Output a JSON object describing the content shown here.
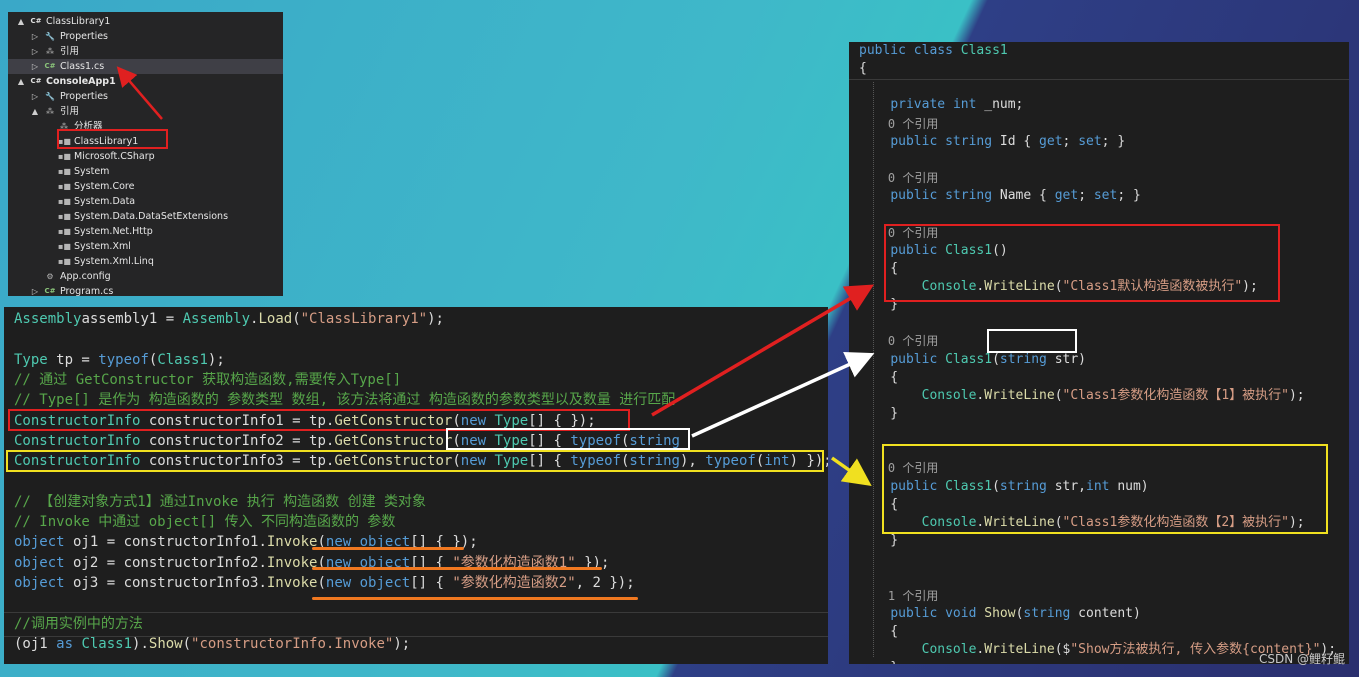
{
  "explorer": {
    "items": [
      {
        "indent": 0,
        "arrow": "▲",
        "icon": "C#",
        "icon_kind": "proj",
        "label": "ClassLibrary1",
        "bold": false
      },
      {
        "indent": 1,
        "arrow": "▷",
        "icon": "🔧",
        "icon_kind": "gen",
        "label": "Properties",
        "bold": false
      },
      {
        "indent": 1,
        "arrow": "▷",
        "icon": "⁂",
        "icon_kind": "gen",
        "label": "引用",
        "bold": false
      },
      {
        "indent": 1,
        "arrow": "▷",
        "icon": "C#",
        "icon_kind": "cs",
        "label": "Class1.cs",
        "bold": false,
        "selected": true
      },
      {
        "indent": 0,
        "arrow": "▲",
        "icon": "C#",
        "icon_kind": "proj",
        "label": "ConsoleApp1",
        "bold": true
      },
      {
        "indent": 1,
        "arrow": "▷",
        "icon": "🔧",
        "icon_kind": "gen",
        "label": "Properties",
        "bold": false
      },
      {
        "indent": 1,
        "arrow": "▲",
        "icon": "⁂",
        "icon_kind": "gen",
        "label": "引用",
        "bold": false
      },
      {
        "indent": 2,
        "arrow": "",
        "icon": "⁂",
        "icon_kind": "gen",
        "label": "分析器",
        "bold": false
      },
      {
        "indent": 2,
        "arrow": "",
        "icon": "▪■",
        "icon_kind": "gen",
        "label": "ClassLibrary1",
        "bold": false
      },
      {
        "indent": 2,
        "arrow": "",
        "icon": "▪■",
        "icon_kind": "gen",
        "label": "Microsoft.CSharp",
        "bold": false
      },
      {
        "indent": 2,
        "arrow": "",
        "icon": "▪■",
        "icon_kind": "gen",
        "label": "System",
        "bold": false
      },
      {
        "indent": 2,
        "arrow": "",
        "icon": "▪■",
        "icon_kind": "gen",
        "label": "System.Core",
        "bold": false
      },
      {
        "indent": 2,
        "arrow": "",
        "icon": "▪■",
        "icon_kind": "gen",
        "label": "System.Data",
        "bold": false
      },
      {
        "indent": 2,
        "arrow": "",
        "icon": "▪■",
        "icon_kind": "gen",
        "label": "System.Data.DataSetExtensions",
        "bold": false
      },
      {
        "indent": 2,
        "arrow": "",
        "icon": "▪■",
        "icon_kind": "gen",
        "label": "System.Net.Http",
        "bold": false
      },
      {
        "indent": 2,
        "arrow": "",
        "icon": "▪■",
        "icon_kind": "gen",
        "label": "System.Xml",
        "bold": false
      },
      {
        "indent": 2,
        "arrow": "",
        "icon": "▪■",
        "icon_kind": "gen",
        "label": "System.Xml.Linq",
        "bold": false
      },
      {
        "indent": 1,
        "arrow": "",
        "icon": "⚙",
        "icon_kind": "gen",
        "label": "App.config",
        "bold": false
      },
      {
        "indent": 1,
        "arrow": "▷",
        "icon": "C#",
        "icon_kind": "cs",
        "label": "Program.cs",
        "bold": false
      }
    ]
  },
  "left_code": {
    "lines": [
      [
        [
          "ty",
          "Assembly"
        ],
        [
          "",
          "assembly1"
        ],
        [
          "",
          " = "
        ],
        [
          "ty",
          "Assembly"
        ],
        [
          "",
          "."
        ],
        [
          "fn",
          "Load"
        ],
        [
          "",
          "("
        ],
        [
          "str",
          "\"ClassLibrary1\""
        ],
        [
          "",
          ");"
        ]
      ],
      [],
      [
        [
          "ty",
          "Type"
        ],
        [
          "",
          " tp = "
        ],
        [
          "kw",
          "typeof"
        ],
        [
          "",
          "("
        ],
        [
          "ty",
          "Class1"
        ],
        [
          "",
          ");"
        ]
      ],
      [
        [
          "cm",
          "// 通过 GetConstructor 获取构造函数,需要传入Type[]"
        ]
      ],
      [
        [
          "cm",
          "// Type[] 是作为 构造函数的 参数类型 数组, 该方法将通过 构造函数的参数类型以及数量 进行匹配"
        ]
      ],
      [
        [
          "ty",
          "ConstructorInfo"
        ],
        [
          "",
          " constructorInfo1 = tp."
        ],
        [
          "fn",
          "GetConstructor"
        ],
        [
          "",
          "("
        ],
        [
          "kw",
          "new"
        ],
        [
          "",
          " "
        ],
        [
          "ty",
          "Type"
        ],
        [
          "",
          "[] { });"
        ]
      ],
      [
        [
          "ty",
          "ConstructorInfo"
        ],
        [
          "",
          " constructorInfo2 = tp."
        ],
        [
          "fn",
          "GetConstructor"
        ],
        [
          "",
          "("
        ],
        [
          "kw",
          "new"
        ],
        [
          "",
          " "
        ],
        [
          "ty",
          "Type"
        ],
        [
          "",
          "[] { "
        ],
        [
          "kw",
          "typeof"
        ],
        [
          "",
          "("
        ],
        [
          "kw",
          "string"
        ],
        [
          ") });"
        ]
      ],
      [
        [
          "ty",
          "ConstructorInfo"
        ],
        [
          "",
          " constructorInfo3 = tp."
        ],
        [
          "fn",
          "GetConstructor"
        ],
        [
          "",
          "("
        ],
        [
          "kw",
          "new"
        ],
        [
          "",
          " "
        ],
        [
          "ty",
          "Type"
        ],
        [
          "",
          "[] { "
        ],
        [
          "kw",
          "typeof"
        ],
        [
          "",
          "("
        ],
        [
          "kw",
          "string"
        ],
        [
          "",
          "), "
        ],
        [
          "kw",
          "typeof"
        ],
        [
          "",
          "("
        ],
        [
          "kw",
          "int"
        ],
        [
          "",
          ") });"
        ]
      ],
      [],
      [
        [
          "cm",
          "// 【创建对象方式1】通过Invoke 执行 构造函数 创建 类对象"
        ]
      ],
      [
        [
          "cm",
          "// Invoke 中通过 object[] 传入 不同构造函数的 参数"
        ]
      ],
      [
        [
          "kw",
          "object"
        ],
        [
          "",
          " oj1 = constructorInfo1."
        ],
        [
          "fn",
          "Invoke"
        ],
        [
          "",
          "("
        ],
        [
          "kw",
          "new"
        ],
        [
          "",
          " "
        ],
        [
          "kw",
          "object"
        ],
        [
          "",
          "[] { });"
        ]
      ],
      [
        [
          "kw",
          "object"
        ],
        [
          "",
          " oj2 = constructorInfo2."
        ],
        [
          "fn",
          "Invoke"
        ],
        [
          "",
          "("
        ],
        [
          "kw",
          "new"
        ],
        [
          "",
          " "
        ],
        [
          "kw",
          "object"
        ],
        [
          "",
          "[] { "
        ],
        [
          "str",
          "\"参数化构造函数1\""
        ],
        [
          "",
          " });"
        ]
      ],
      [
        [
          "kw",
          "object"
        ],
        [
          "",
          " oj3 = constructorInfo3."
        ],
        [
          "fn",
          "Invoke"
        ],
        [
          "",
          "("
        ],
        [
          "kw",
          "new"
        ],
        [
          "",
          " "
        ],
        [
          "kw",
          "object"
        ],
        [
          "",
          "[] { "
        ],
        [
          "str",
          "\"参数化构造函数2\""
        ],
        [
          "",
          ", 2 });"
        ]
      ],
      [],
      [
        [
          "cm",
          "//调用实例中的方法"
        ]
      ],
      [
        [
          "",
          "(oj1 "
        ],
        [
          "kw",
          "as"
        ],
        [
          "",
          " "
        ],
        [
          "ty",
          "Class1"
        ],
        [
          "",
          ")."
        ],
        [
          "fn",
          "Show"
        ],
        [
          "",
          "("
        ],
        [
          "str",
          "\"constructorInfo.Invoke\""
        ],
        [
          "",
          ");"
        ]
      ]
    ]
  },
  "right_code": {
    "lines": [
      [
        [
          "kw",
          "public"
        ],
        [
          "",
          " "
        ],
        [
          "kw",
          "class"
        ],
        [
          "",
          " "
        ],
        [
          "ty",
          "Class1"
        ]
      ],
      [
        [
          "",
          "{"
        ]
      ],
      [],
      [
        [
          "",
          "    "
        ],
        [
          "kw",
          "private"
        ],
        [
          "",
          " "
        ],
        [
          "kw",
          "int"
        ],
        [
          "",
          " _num;"
        ]
      ],
      [
        [
          "ref",
          "    0 个引用"
        ]
      ],
      [
        [
          "",
          "    "
        ],
        [
          "kw",
          "public"
        ],
        [
          "",
          " "
        ],
        [
          "kw",
          "string"
        ],
        [
          "",
          " Id { "
        ],
        [
          "kw",
          "get"
        ],
        [
          "",
          "; "
        ],
        [
          "kw",
          "set"
        ],
        [
          "",
          "; }"
        ]
      ],
      [],
      [
        [
          "ref",
          "    0 个引用"
        ]
      ],
      [
        [
          "",
          "    "
        ],
        [
          "kw",
          "public"
        ],
        [
          "",
          " "
        ],
        [
          "kw",
          "string"
        ],
        [
          "",
          " Name { "
        ],
        [
          "kw",
          "get"
        ],
        [
          "",
          "; "
        ],
        [
          "kw",
          "set"
        ],
        [
          "",
          "; }"
        ]
      ],
      [],
      [
        [
          "ref",
          "    0 个引用"
        ]
      ],
      [
        [
          "",
          "    "
        ],
        [
          "kw",
          "public"
        ],
        [
          "",
          " "
        ],
        [
          "ty",
          "Class1"
        ],
        [
          "",
          "()"
        ]
      ],
      [
        [
          "",
          "    {"
        ]
      ],
      [
        [
          "",
          "        "
        ],
        [
          "ty",
          "Console"
        ],
        [
          "",
          "."
        ],
        [
          "fn",
          "WriteLine"
        ],
        [
          "",
          "("
        ],
        [
          "str",
          "\"Class1默认构造函数被执行\""
        ],
        [
          "",
          ");"
        ]
      ],
      [
        [
          "",
          "    }"
        ]
      ],
      [],
      [
        [
          "ref",
          "    0 个引用"
        ]
      ],
      [
        [
          "",
          "    "
        ],
        [
          "kw",
          "public"
        ],
        [
          "",
          " "
        ],
        [
          "ty",
          "Class1"
        ],
        [
          "",
          "("
        ],
        [
          "kw",
          "string"
        ],
        [
          "",
          " str)"
        ]
      ],
      [
        [
          "",
          "    {"
        ]
      ],
      [
        [
          "",
          "        "
        ],
        [
          "ty",
          "Console"
        ],
        [
          "",
          "."
        ],
        [
          "fn",
          "WriteLine"
        ],
        [
          "",
          "("
        ],
        [
          "str",
          "\"Class1参数化构造函数【1】被执行\""
        ],
        [
          "",
          ");"
        ]
      ],
      [
        [
          "",
          "    }"
        ]
      ],
      [],
      [],
      [
        [
          "ref",
          "    0 个引用"
        ]
      ],
      [
        [
          "",
          "    "
        ],
        [
          "kw",
          "public"
        ],
        [
          "",
          " "
        ],
        [
          "ty",
          "Class1"
        ],
        [
          "",
          "("
        ],
        [
          "kw",
          "string"
        ],
        [
          "",
          " str,"
        ],
        [
          "kw",
          "int"
        ],
        [
          "",
          " num)"
        ]
      ],
      [
        [
          "",
          "    {"
        ]
      ],
      [
        [
          "",
          "        "
        ],
        [
          "ty",
          "Console"
        ],
        [
          "",
          "."
        ],
        [
          "fn",
          "WriteLine"
        ],
        [
          "",
          "("
        ],
        [
          "str",
          "\"Class1参数化构造函数【2】被执行\""
        ],
        [
          "",
          ");"
        ]
      ],
      [
        [
          "",
          "    }"
        ]
      ],
      [],
      [],
      [
        [
          "ref",
          "    1 个引用"
        ]
      ],
      [
        [
          "",
          "    "
        ],
        [
          "kw",
          "public"
        ],
        [
          "",
          " "
        ],
        [
          "kw",
          "void"
        ],
        [
          "",
          " "
        ],
        [
          "fn",
          "Show"
        ],
        [
          "",
          "("
        ],
        [
          "kw",
          "string"
        ],
        [
          "",
          " content)"
        ]
      ],
      [
        [
          "",
          "    {"
        ]
      ],
      [
        [
          "",
          "        "
        ],
        [
          "ty",
          "Console"
        ],
        [
          "",
          "."
        ],
        [
          "fn",
          "WriteLine"
        ],
        [
          "",
          "($"
        ],
        [
          "str",
          "\"Show方法被执行, 传入参数{content}\""
        ],
        [
          "",
          ");"
        ]
      ],
      [
        [
          "",
          "    }"
        ]
      ],
      [
        [
          "",
          "}"
        ]
      ]
    ]
  },
  "watermark": "CSDN @鲤籽鲲",
  "colors": {
    "red": "#e02020",
    "white": "#ffffff",
    "yellow": "#f0e020",
    "orange": "#f07820"
  }
}
